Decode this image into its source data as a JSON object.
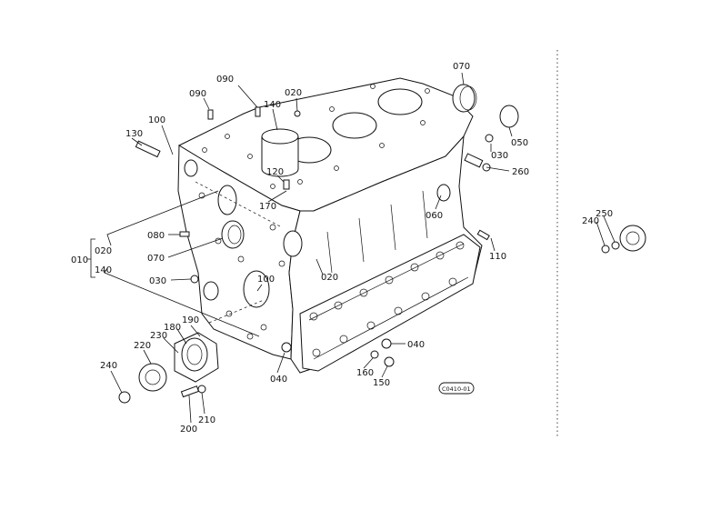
{
  "diagram_code": "C0410-01",
  "callouts": [
    {
      "id": "c070top",
      "text": "070"
    },
    {
      "id": "c050",
      "text": "050"
    },
    {
      "id": "c030r",
      "text": "030"
    },
    {
      "id": "c260",
      "text": "260"
    },
    {
      "id": "c060",
      "text": "060"
    },
    {
      "id": "c110",
      "text": "110"
    },
    {
      "id": "c020top",
      "text": "020"
    },
    {
      "id": "c090a",
      "text": "090"
    },
    {
      "id": "c090b",
      "text": "090"
    },
    {
      "id": "c140top",
      "text": "140"
    },
    {
      "id": "c100top",
      "text": "100"
    },
    {
      "id": "c130",
      "text": "130"
    },
    {
      "id": "c120",
      "text": "120"
    },
    {
      "id": "c170",
      "text": "170"
    },
    {
      "id": "c080",
      "text": "080"
    },
    {
      "id": "c070l",
      "text": "070"
    },
    {
      "id": "c030l",
      "text": "030"
    },
    {
      "id": "c100mid",
      "text": "100"
    },
    {
      "id": "c020mid",
      "text": "020"
    },
    {
      "id": "c010",
      "text": "010"
    },
    {
      "id": "c020br",
      "text": "020"
    },
    {
      "id": "c140br",
      "text": "140"
    },
    {
      "id": "c190",
      "text": "190"
    },
    {
      "id": "c180",
      "text": "180"
    },
    {
      "id": "c230",
      "text": "230"
    },
    {
      "id": "c220",
      "text": "220"
    },
    {
      "id": "c240l",
      "text": "240"
    },
    {
      "id": "c200",
      "text": "200"
    },
    {
      "id": "c210",
      "text": "210"
    },
    {
      "id": "c040a",
      "text": "040"
    },
    {
      "id": "c040b",
      "text": "040"
    },
    {
      "id": "c160",
      "text": "160"
    },
    {
      "id": "c150",
      "text": "150"
    },
    {
      "id": "c250r",
      "text": "250"
    },
    {
      "id": "c240r",
      "text": "240"
    }
  ]
}
